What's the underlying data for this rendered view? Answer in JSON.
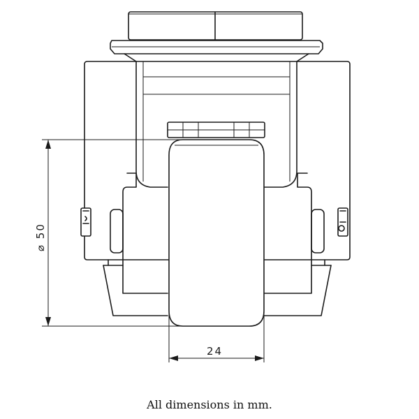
{
  "dimensions": {
    "height_label": "⌀ 50",
    "width_label": "24"
  },
  "caption": "All dimensions in mm.",
  "icons": {
    "diameter_symbol": "diameter-symbol-icon"
  }
}
